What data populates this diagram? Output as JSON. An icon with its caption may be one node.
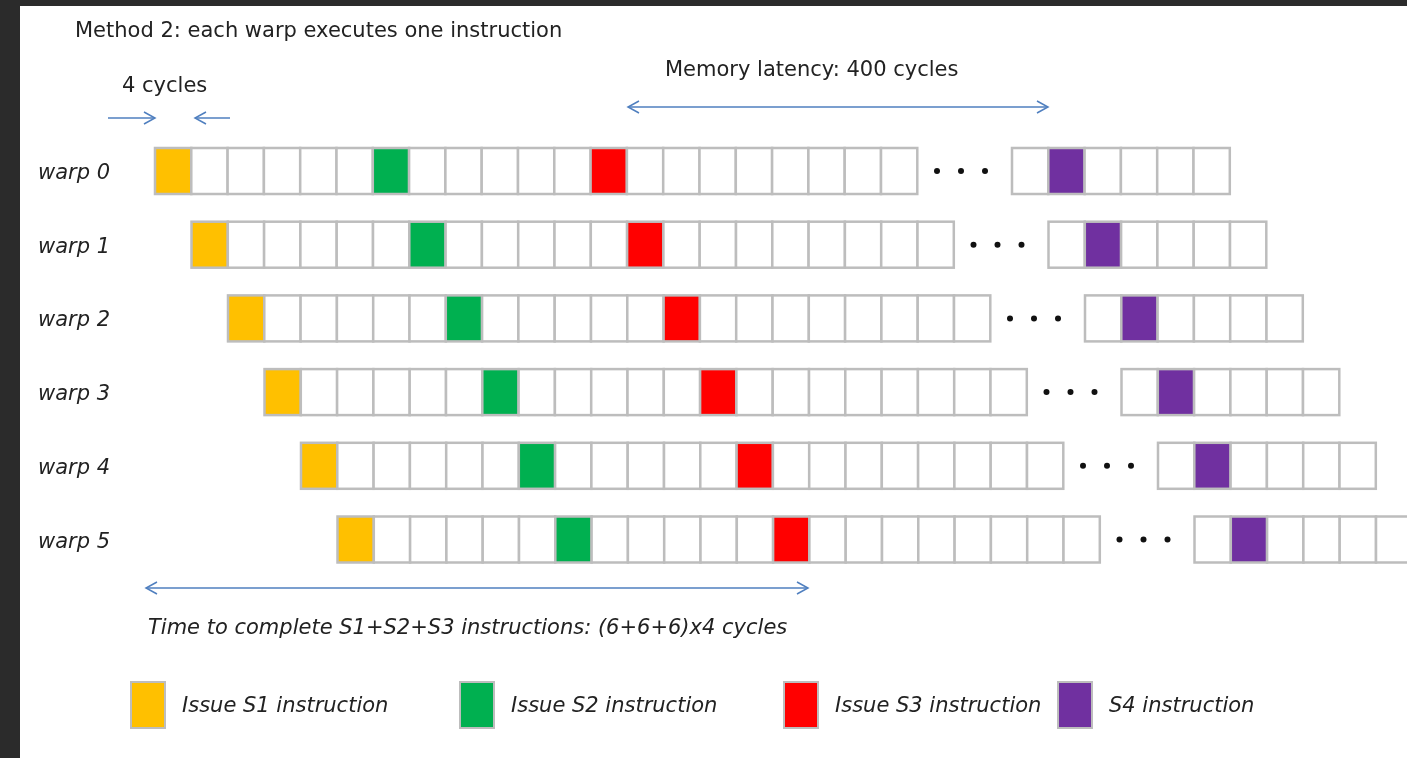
{
  "diagram": {
    "title": "Method 2: each warp executes one instruction",
    "labels": [
      "4 cycles",
      "Memory latency: 400 cycles",
      "warp 0",
      "warp 1",
      "warp 2",
      "warp 3",
      "warp 4",
      "warp 5",
      "Time to complete S1+S2+S3 instructions: (6+6+6)x4 cycles"
    ],
    "legend": [
      {
        "text": "Issue S1 instruction",
        "color": "#ffc000"
      },
      {
        "text": "Issue S2 instruction",
        "color": "#00b050"
      },
      {
        "text": "Issue S3 instruction",
        "color": "#ff0000"
      },
      {
        "text": "S4 instruction",
        "color": "#7030a0"
      }
    ]
  }
}
